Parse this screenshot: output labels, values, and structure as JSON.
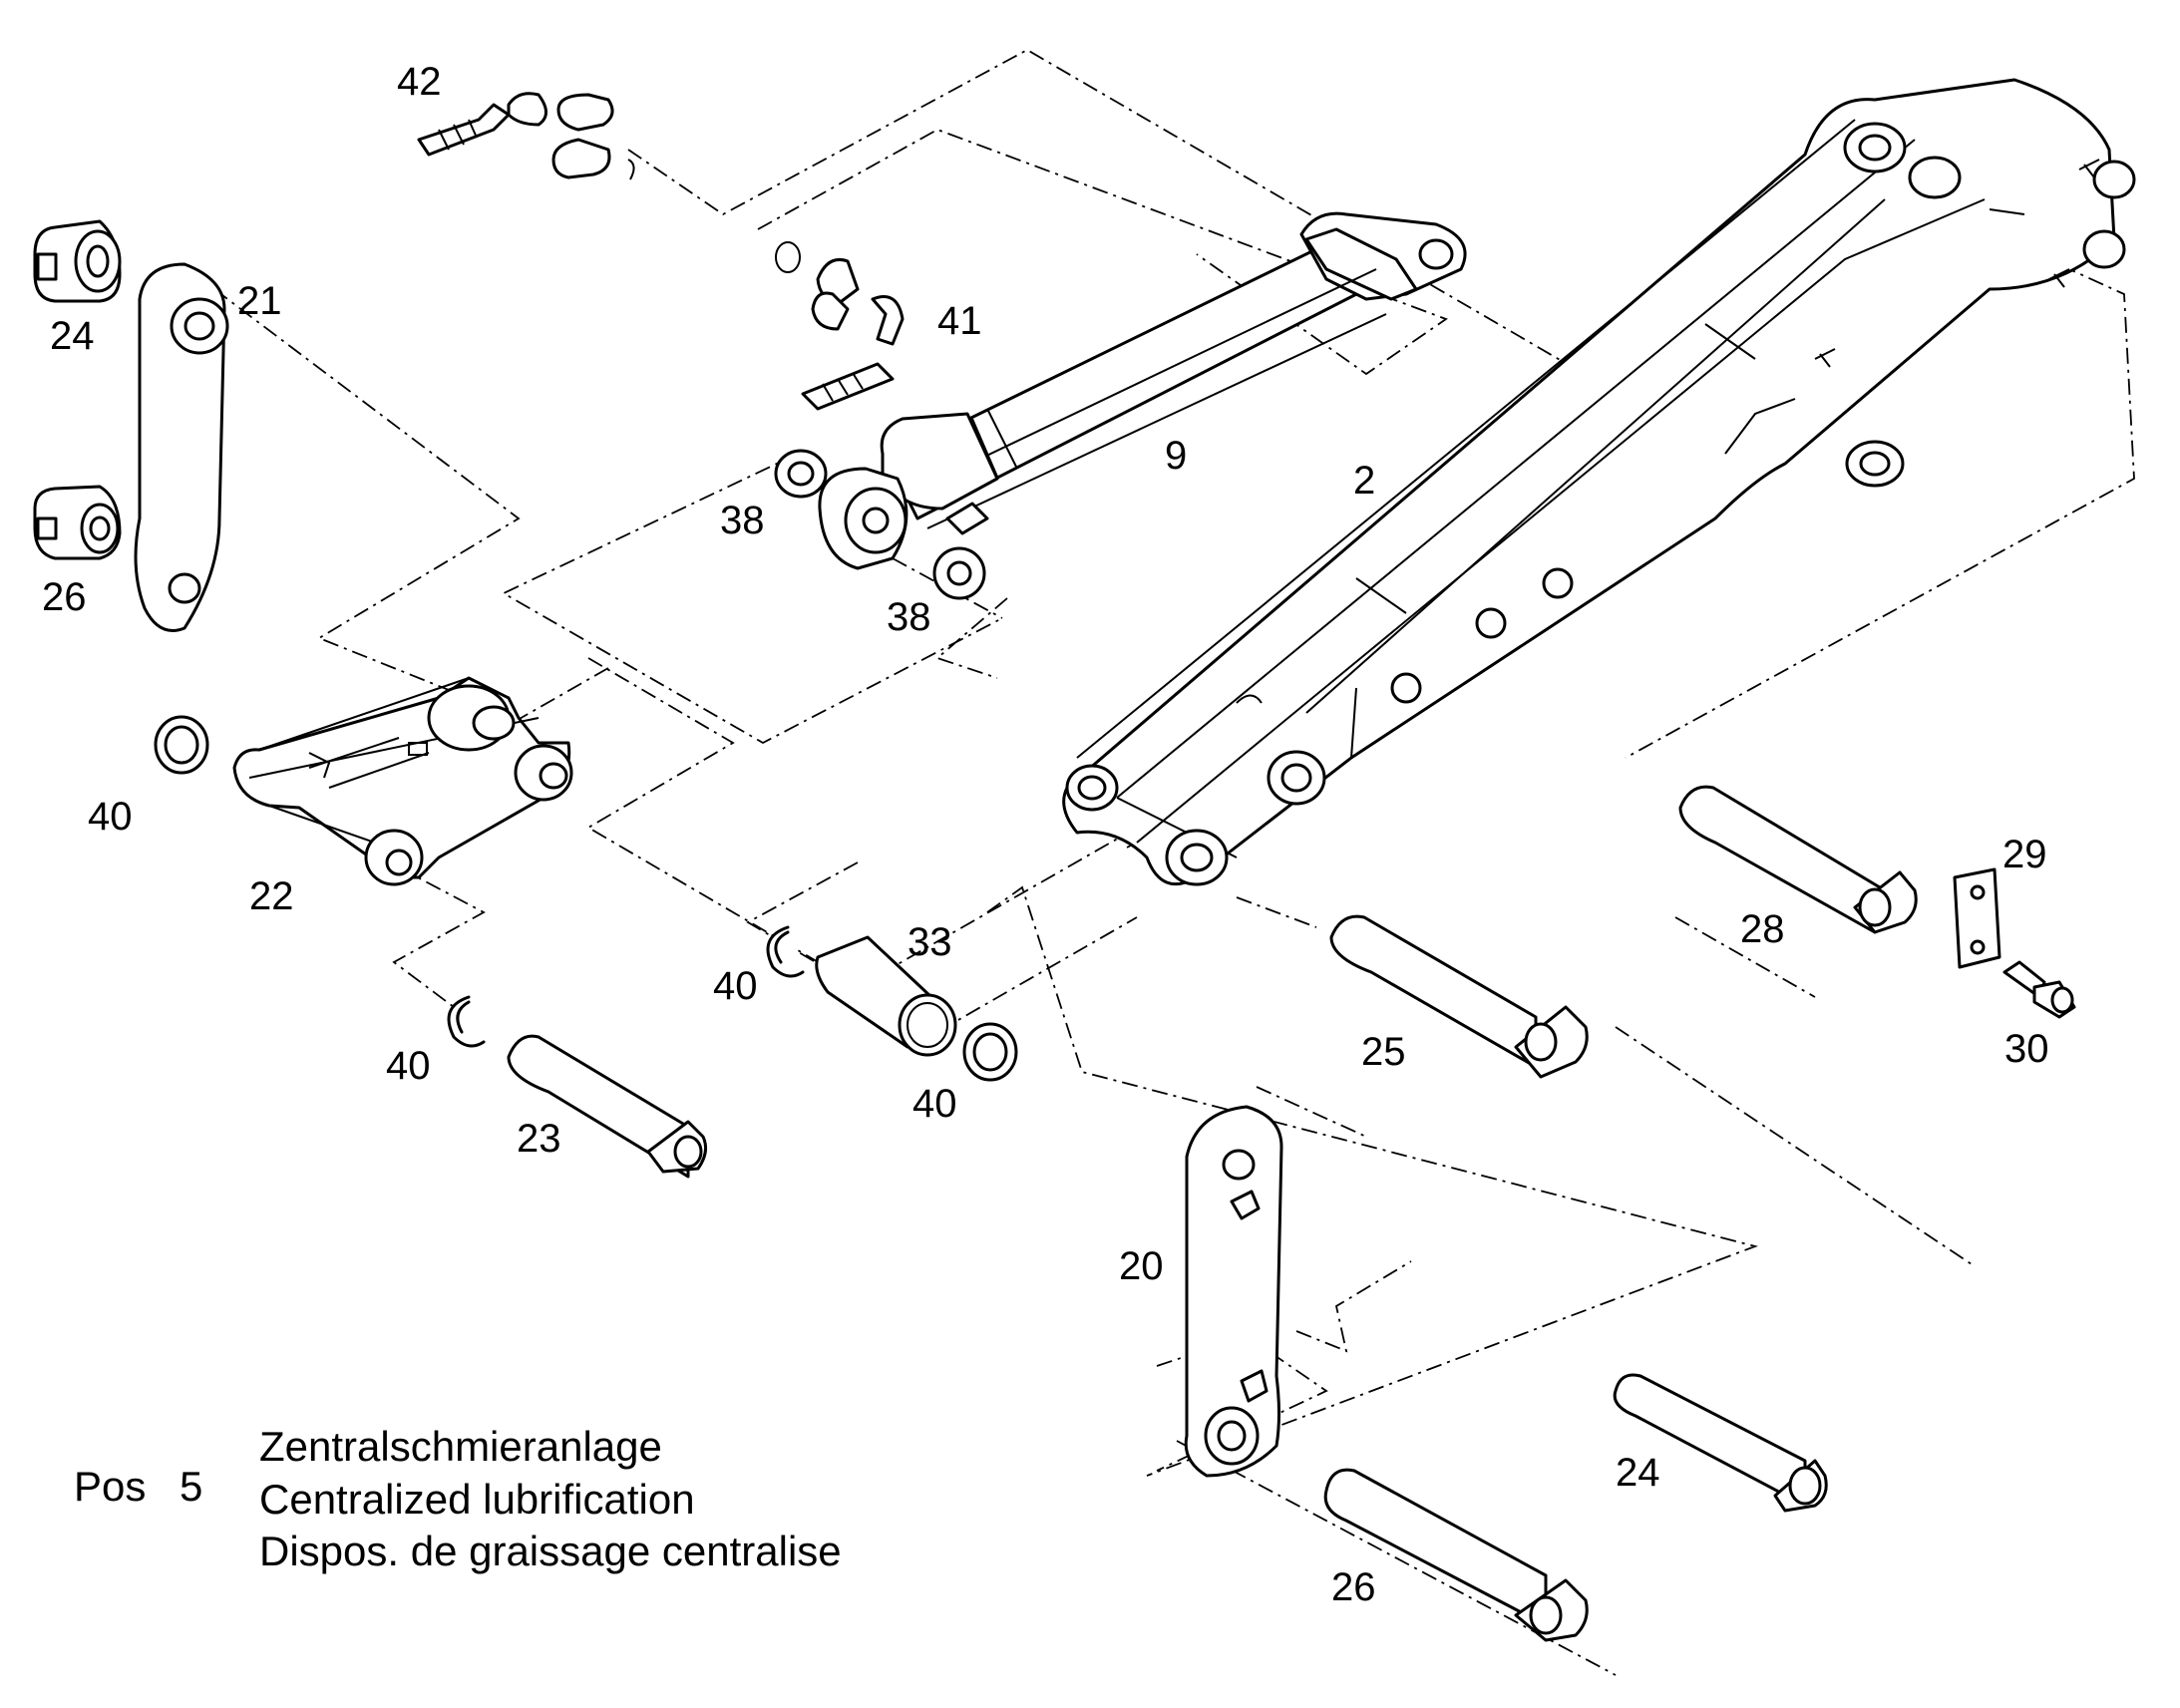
{
  "labels": {
    "p42": "42",
    "p24a": "24",
    "p21": "21",
    "p41": "41",
    "p26a": "26",
    "p9": "9",
    "p2": "2",
    "p38a": "38",
    "p38b": "38",
    "p40a": "40",
    "p22": "22",
    "p33": "33",
    "p40b": "40",
    "p40c": "40",
    "p40d": "40",
    "p23": "23",
    "p25": "25",
    "p28": "28",
    "p29": "29",
    "p30": "30",
    "p20": "20",
    "p24b": "24",
    "p26b": "26"
  },
  "caption": {
    "pos": "Pos",
    "pos_number": "5",
    "line_de": "Zentralschmieranlage",
    "line_en": "Centralized lubrification",
    "line_fr": "Dispos. de graissage centralise"
  }
}
